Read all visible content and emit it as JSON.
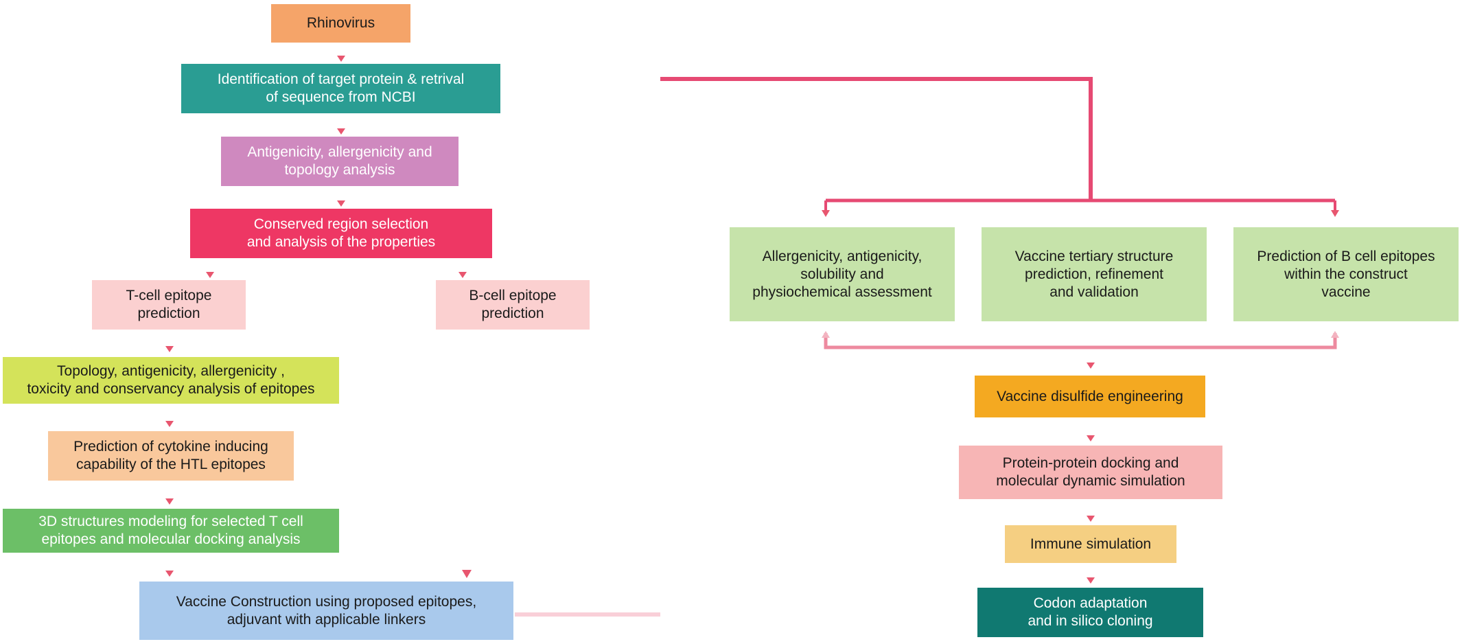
{
  "boxes": [
    {
      "id": "rhinovirus",
      "text": "Rhinovirus",
      "color": "#f5a469",
      "textColor": "dark"
    },
    {
      "id": "target-protein",
      "text": "Identification of target protein & retrival\nof sequence from NCBI",
      "color": "#2a9d93",
      "textColor": "light"
    },
    {
      "id": "antigenicity-topology",
      "text": "Antigenicity, allergenicity and\ntopology analysis",
      "color": "#cf89bf",
      "textColor": "light"
    },
    {
      "id": "conserved-region",
      "text": "Conserved region selection\nand analysis of the properties",
      "color": "#ee3764",
      "textColor": "light"
    },
    {
      "id": "tcell-prediction",
      "text": "T-cell epitope\nprediction",
      "color": "#fbd0d0",
      "textColor": "dark"
    },
    {
      "id": "bcell-prediction",
      "text": "B-cell epitope\nprediction",
      "color": "#fbd0d0",
      "textColor": "dark"
    },
    {
      "id": "epitope-analysis",
      "text": "Topology, antigenicity, allergenicity ,\ntoxicity and conservancy analysis of epitopes",
      "color": "#d4e35a",
      "textColor": "dark"
    },
    {
      "id": "cytokine-prediction",
      "text": "Prediction of cytokine inducing\ncapability of the HTL epitopes",
      "color": "#f9c89c",
      "textColor": "dark"
    },
    {
      "id": "structure-modeling",
      "text": "3D structures modeling for selected T cell\nepitopes and molecular docking analysis",
      "color": "#6cbf67",
      "textColor": "light"
    },
    {
      "id": "vaccine-construction",
      "text": "Vaccine Construction using proposed epitopes,\nadjuvant with applicable linkers",
      "color": "#a9c9ec",
      "textColor": "dark"
    },
    {
      "id": "assessment",
      "text": "Allergenicity, antigenicity,\nsolubility and\nphysiochemical assessment",
      "color": "#c6e3aa",
      "textColor": "dark"
    },
    {
      "id": "tertiary-structure",
      "text": "Vaccine tertiary structure\nprediction, refinement\nand validation",
      "color": "#c6e3aa",
      "textColor": "dark"
    },
    {
      "id": "bcell-construct",
      "text": "Prediction of B cell epitopes\nwithin the construct\nvaccine",
      "color": "#c6e3aa",
      "textColor": "dark"
    },
    {
      "id": "disulfide",
      "text": "Vaccine disulfide engineering",
      "color": "#f4a921",
      "textColor": "dark"
    },
    {
      "id": "docking",
      "text": "Protein-protein docking and\nmolecular dynamic simulation",
      "color": "#f7b5b5",
      "textColor": "dark"
    },
    {
      "id": "immune-simulation",
      "text": "Immune simulation",
      "color": "#f5cf82",
      "textColor": "dark"
    },
    {
      "id": "codon-adaptation",
      "text": "Codon adaptation\nand in silico cloning",
      "color": "#107971",
      "textColor": "light"
    }
  ],
  "colors": {
    "connector": "#e64a73",
    "connectorLight": "#f9cfd8",
    "arrow": "#e8566f"
  }
}
